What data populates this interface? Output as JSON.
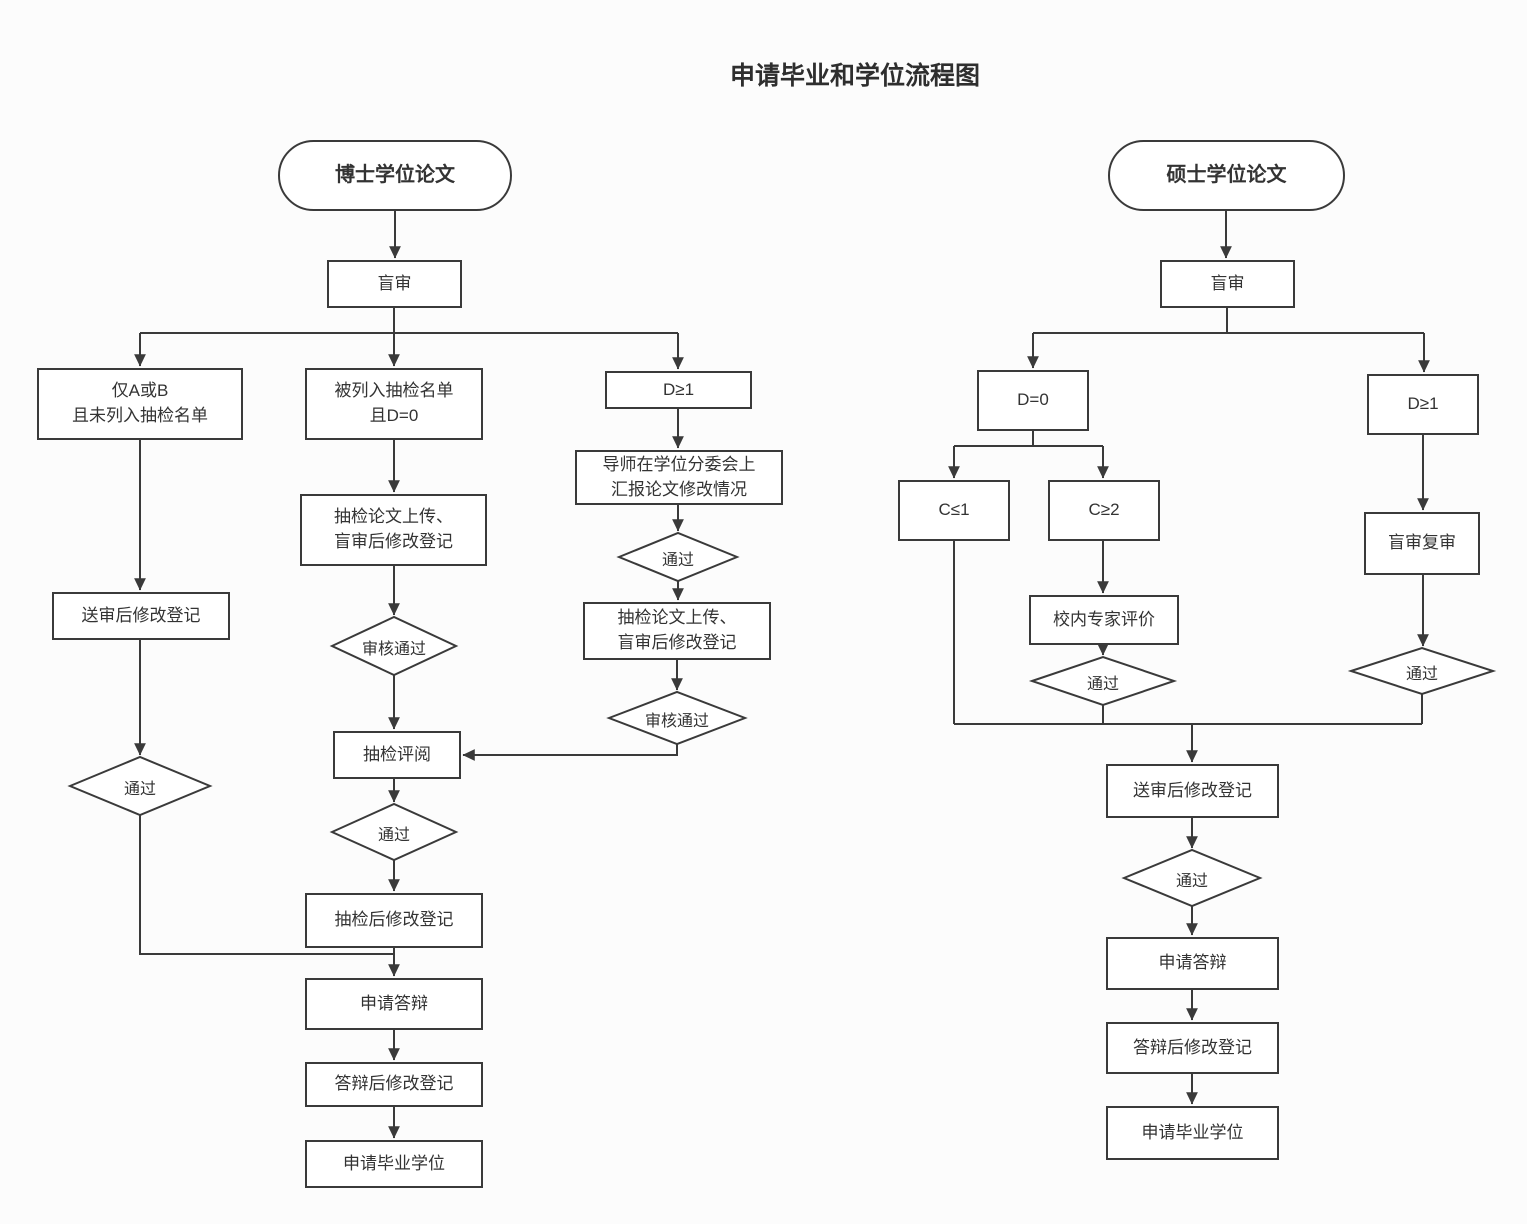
{
  "title": "申请毕业和学位流程图",
  "colors": {
    "line": "#3a3a3a",
    "text": "#333333",
    "node_fill": "#ffffff",
    "background": "#fcfcfc"
  },
  "phd": {
    "start": "博士学位论文",
    "blind_review": "盲审",
    "cond_only_ab": "仅A或B\n且未列入抽检名单",
    "cond_listed_d0": "被列入抽检名单\n且D=0",
    "cond_d_ge_1": "D≥1",
    "post_review_registration": "送审后修改登记",
    "pass_a": "通过",
    "upload_after_blind": "抽检论文上传、\n盲审后修改登记",
    "review_pass_b": "审核通过",
    "sampling_review": "抽检评阅",
    "pass_b": "通过",
    "post_sampling_registration": "抽检后修改登记",
    "apply_defense": "申请答辩",
    "post_defense_registration": "答辩后修改登记",
    "apply_degree": "申请毕业学位",
    "advisor_report": "导师在学位分委会上\n汇报论文修改情况",
    "pass_d": "通过",
    "upload_after_blind_d": "抽检论文上传、\n盲审后修改登记",
    "review_pass_d": "审核通过"
  },
  "master": {
    "start": "硕士学位论文",
    "blind_review": "盲审",
    "cond_d0": "D=0",
    "cond_d_ge_1": "D≥1",
    "cond_c_le_1": "C≤1",
    "cond_c_ge_2": "C≥2",
    "expert_evaluation": "校内专家评价",
    "pass_c": "通过",
    "blind_recheck": "盲审复审",
    "pass_d1": "通过",
    "post_review_registration": "送审后修改登记",
    "pass_final": "通过",
    "apply_defense": "申请答辩",
    "post_defense_registration": "答辩后修改登记",
    "apply_degree": "申请毕业学位"
  }
}
